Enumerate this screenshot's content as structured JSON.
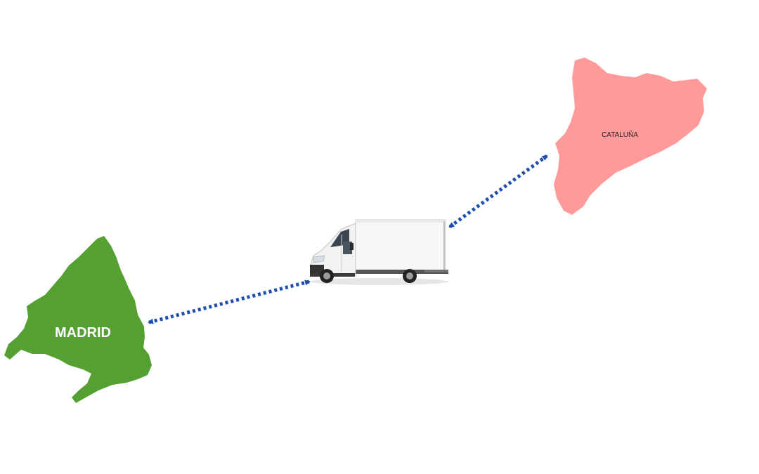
{
  "regions": {
    "madrid": {
      "label": "MADRID",
      "fill": "#54a033",
      "text_color": "#ffffff"
    },
    "cataluna": {
      "label": "CATALUÑA",
      "fill": "#ff9a9a",
      "text_color": "#222222"
    }
  },
  "connector": {
    "style": "dotted",
    "color": "#1f4fae"
  },
  "vehicle": {
    "icon": "box-truck-icon"
  }
}
